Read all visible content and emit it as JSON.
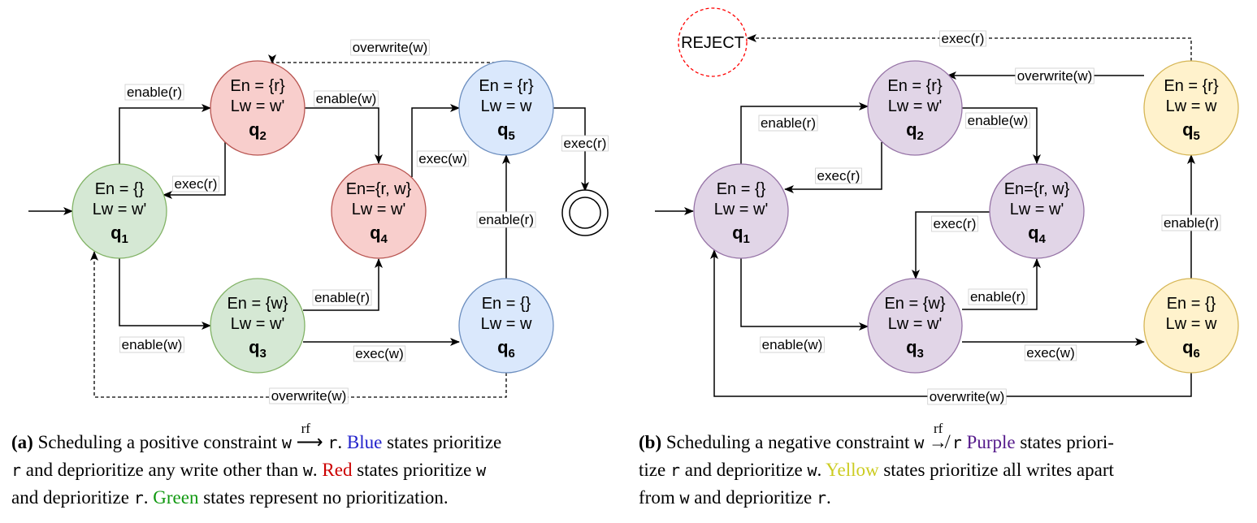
{
  "colors": {
    "green_fill": "#d5e8d4",
    "green_stroke": "#82b366",
    "red_fill": "#f8cecc",
    "red_stroke": "#b85450",
    "blue_fill": "#dae8fc",
    "blue_stroke": "#6c8ebf",
    "purple_fill": "#e1d5e7",
    "purple_stroke": "#9673a6",
    "yellow_fill": "#fff2cc",
    "yellow_stroke": "#d6b656",
    "reject_stroke": "#ff0000",
    "caption_blue": "#2222cc",
    "caption_red": "#cc0000",
    "caption_green": "#119911",
    "caption_purple": "#551a8b",
    "caption_yellow": "#cccc22"
  },
  "diagram_a": {
    "states": {
      "q1": {
        "line1": "En = {}",
        "line2": "Lw = w'",
        "name": "q",
        "sub": "1"
      },
      "q2": {
        "line1": "En = {r}",
        "line2": "Lw = w'",
        "name": "q",
        "sub": "2"
      },
      "q3": {
        "line1": "En = {w}",
        "line2": "Lw = w'",
        "name": "q",
        "sub": "3"
      },
      "q4": {
        "line1": "En={r, w}",
        "line2": "Lw = w'",
        "name": "q",
        "sub": "4"
      },
      "q5": {
        "line1": "En = {r}",
        "line2": "Lw = w",
        "name": "q",
        "sub": "5"
      },
      "q6": {
        "line1": "En = {}",
        "line2": "Lw = w",
        "name": "q",
        "sub": "6"
      }
    },
    "edges": {
      "q1_q2": "enable(r)",
      "q2_q1": "exec(r)",
      "q1_q3": "enable(w)",
      "q2_q4": "enable(w)",
      "q3_q4": "enable(r)",
      "q4_q5": "exec(w)",
      "q3_q6": "exec(w)",
      "q6_q5": "enable(r)",
      "q5_accept": "exec(r)",
      "q5_q2": "overwrite(w)",
      "q6_q1": "overwrite(w)"
    }
  },
  "diagram_b": {
    "reject": "REJECT",
    "states": {
      "q1": {
        "line1": "En = {}",
        "line2": "Lw = w'",
        "name": "q",
        "sub": "1"
      },
      "q2": {
        "line1": "En = {r}",
        "line2": "Lw = w'",
        "name": "q",
        "sub": "2"
      },
      "q3": {
        "line1": "En = {w}",
        "line2": "Lw = w'",
        "name": "q",
        "sub": "3"
      },
      "q4": {
        "line1": "En={r, w}",
        "line2": "Lw = w'",
        "name": "q",
        "sub": "4"
      },
      "q5": {
        "line1": "En = {r}",
        "line2": "Lw = w",
        "name": "q",
        "sub": "5"
      },
      "q6": {
        "line1": "En = {}",
        "line2": "Lw = w",
        "name": "q",
        "sub": "6"
      }
    },
    "edges": {
      "q5_reject": "exec(r)",
      "q5_q2": "overwrite(w)",
      "q1_q2": "enable(r)",
      "q2_q4": "enable(w)",
      "q2_q1": "exec(r)",
      "q4_q3": "exec(r)",
      "q3_q4": "enable(r)",
      "q1_q3": "enable(w)",
      "q3_q6": "exec(w)",
      "q6_q5": "enable(r)",
      "q6_q1": "overwrite(w)"
    }
  },
  "caption_a": {
    "tag": "(a)",
    "t1": "Scheduling a positive constraint",
    "w": "w",
    "rf": "rf",
    "arrow": "⟶",
    "r": "r",
    "t2": ".",
    "blue": "Blue",
    "t3": "states prioritize",
    "r2": "r",
    "t4": "and deprioritize any write other than",
    "w2": "w",
    "t5": ".",
    "red": "Red",
    "t6": "states prioritize",
    "w3": "w",
    "t7": "and deprioritize",
    "r3": "r",
    "t8": ".",
    "green": "Green",
    "t9": "states represent no prioritization."
  },
  "caption_b": {
    "tag": "(b)",
    "t1": "Scheduling a negative constraint",
    "w": "w",
    "rf": "rf",
    "arrow": "↛",
    "r": "r",
    "purple": "Purple",
    "t2": "states priori-",
    "t3": "tize",
    "r2": "r",
    "t4": "and deprioritize",
    "w2": "w",
    "t5": ".",
    "yellow": "Yellow",
    "t6": "states prioritize all writes apart",
    "t7": "from",
    "w3": "w",
    "t8": "and deprioritize",
    "r3": "r",
    "t9": "."
  }
}
